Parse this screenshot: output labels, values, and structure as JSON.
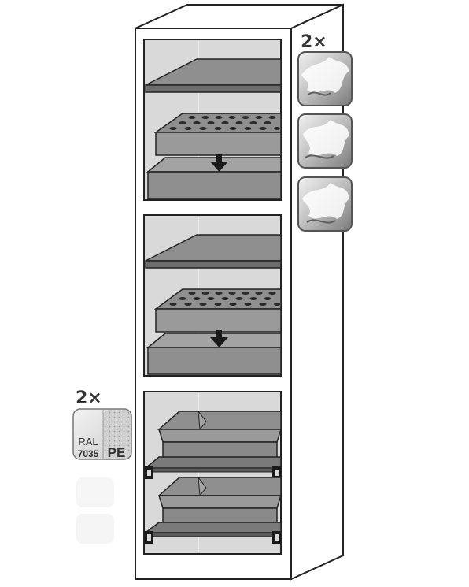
{
  "accessories": {
    "tile_quantity": "2×",
    "ral_quantity": "2×",
    "ral_label": "RAL",
    "ral_code": "7035",
    "material_label": "PE"
  },
  "colors": {
    "outline": "#222222",
    "panel_gray": "#d9d9d9",
    "shelf_gray": "#8f8f8f",
    "shelf_dark": "#6e6e6e",
    "tray_gray": "#a3a3a3",
    "cabinet_white": "#ffffff"
  },
  "icons": [
    "down-arrow-icon",
    "stone-texture-tile-icon",
    "ral-color-swatch-icon"
  ]
}
